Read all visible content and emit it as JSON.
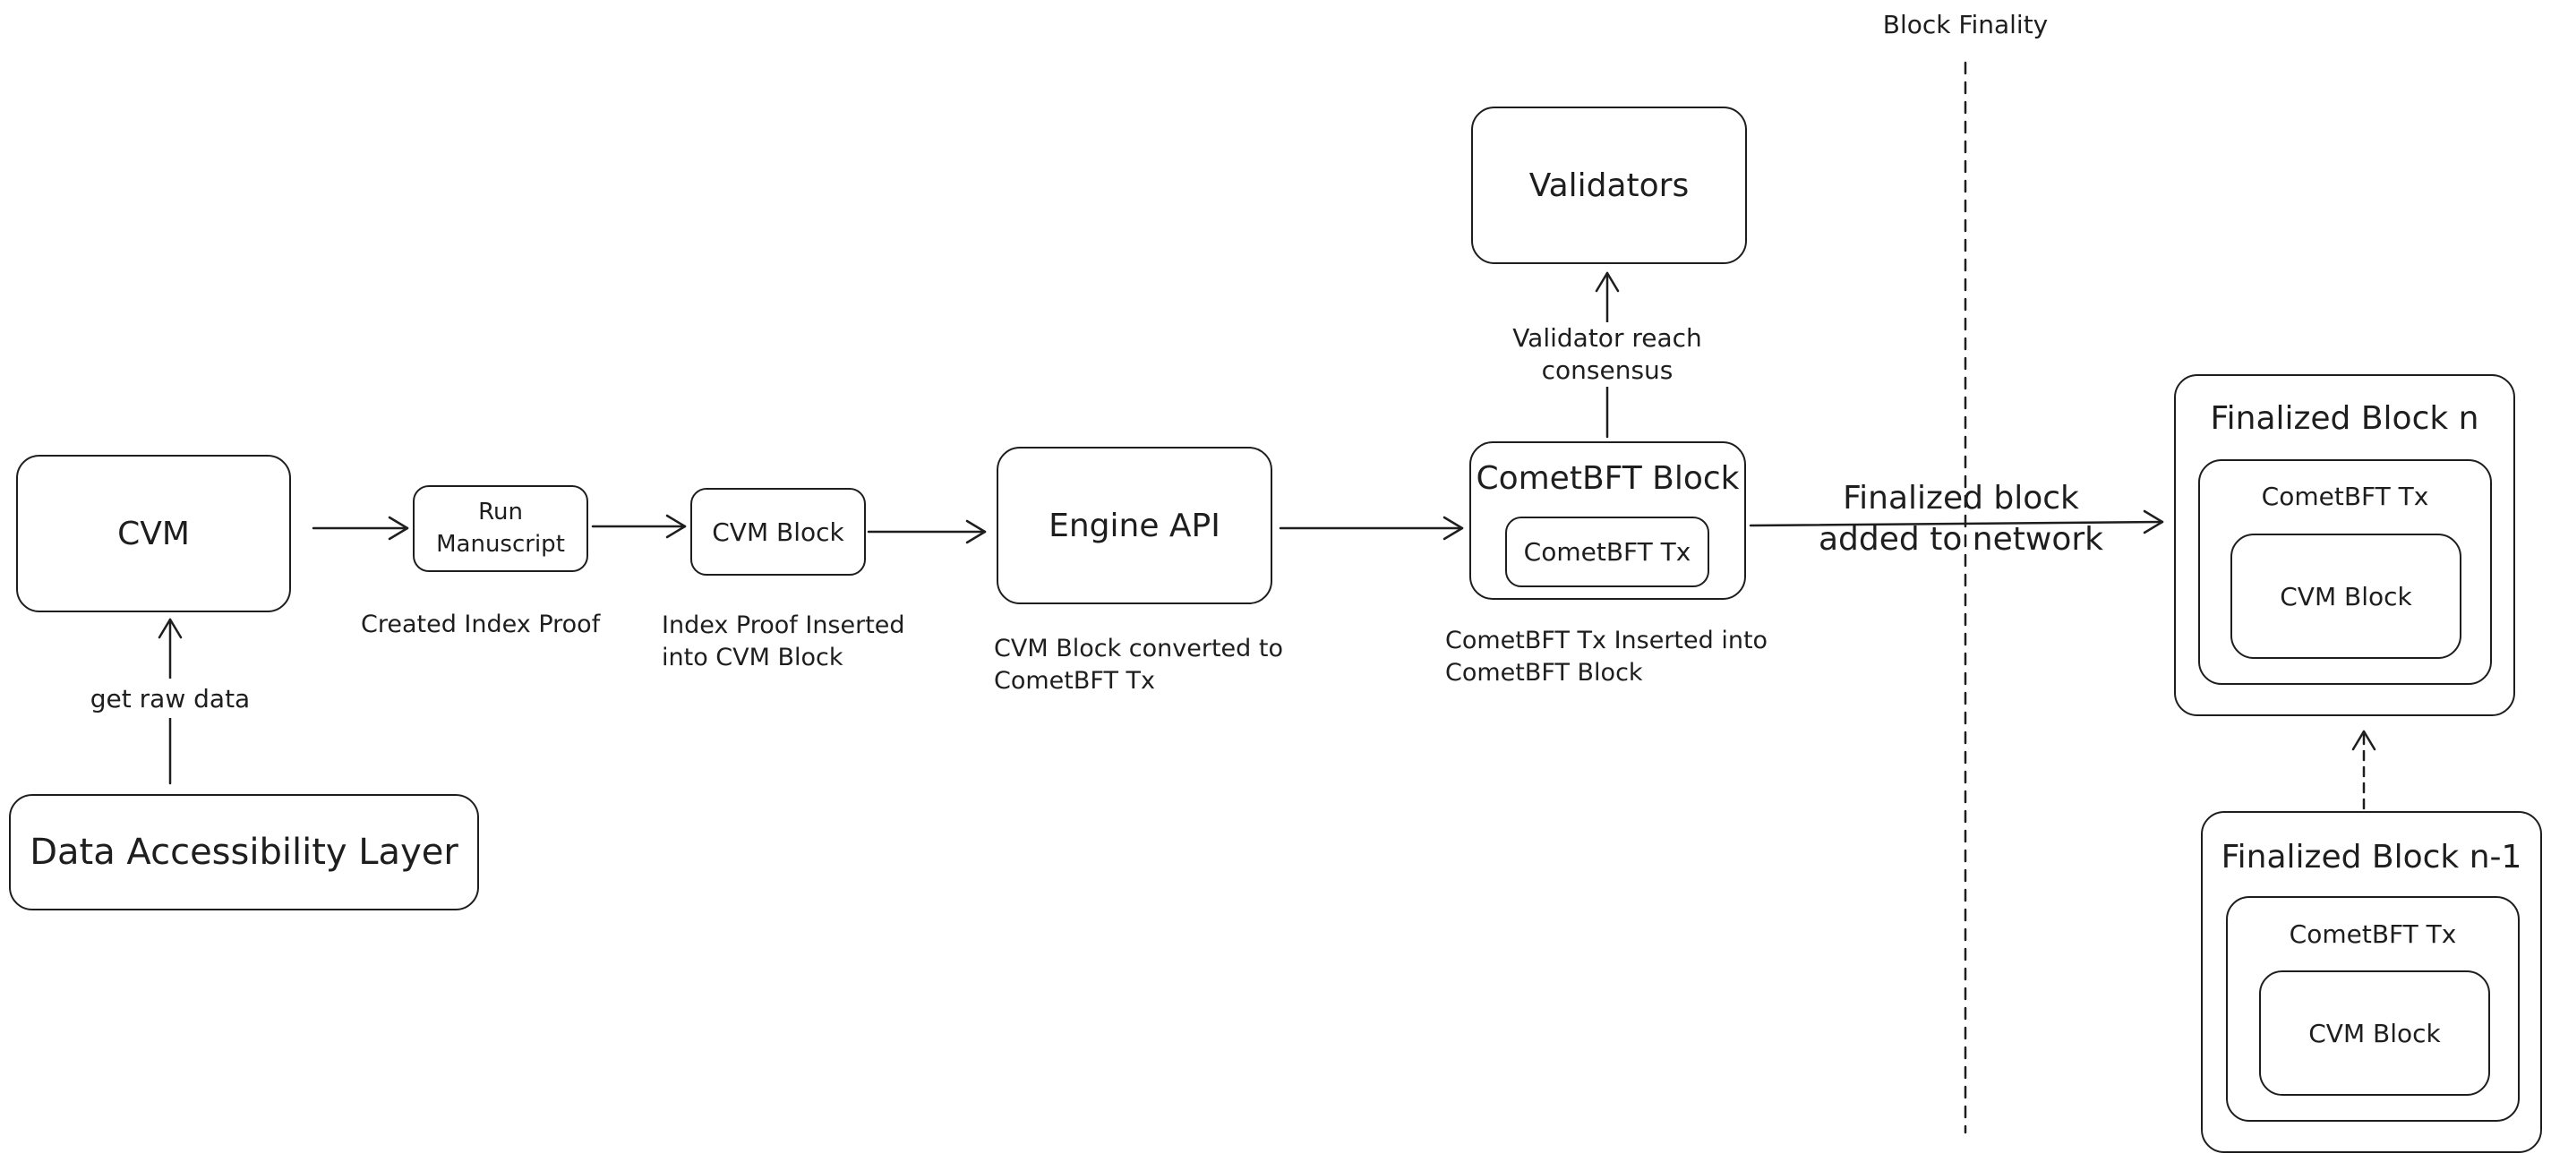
{
  "boxes": {
    "cvm": "CVM",
    "data_layer": "Data Accessibility Layer",
    "run_manuscript": "Run\nManuscript",
    "cvm_block": "CVM Block",
    "engine_api": "Engine API",
    "cometbft_block": "CometBFT Block",
    "cometbft_tx": "CometBFT Tx",
    "validators": "Validators"
  },
  "finalized_n": {
    "title": "Finalized Block n",
    "tx": "CometBFT Tx",
    "block": "CVM Block"
  },
  "finalized_n1": {
    "title": "Finalized Block n-1",
    "tx": "CometBFT Tx",
    "block": "CVM Block"
  },
  "labels": {
    "get_raw_data": "get raw data",
    "created_index_proof": "Created Index Proof",
    "index_proof_inserted": "Index Proof Inserted\ninto CVM Block",
    "cvm_block_converted": "CVM Block converted to\nCometBFT Tx",
    "tx_inserted": "CometBFT Tx Inserted into\nCometBFT Block",
    "validator_consensus": "Validator reach\nconsensus",
    "finalized_added": "Finalized block\nadded to network",
    "block_finality": "Block Finality"
  }
}
